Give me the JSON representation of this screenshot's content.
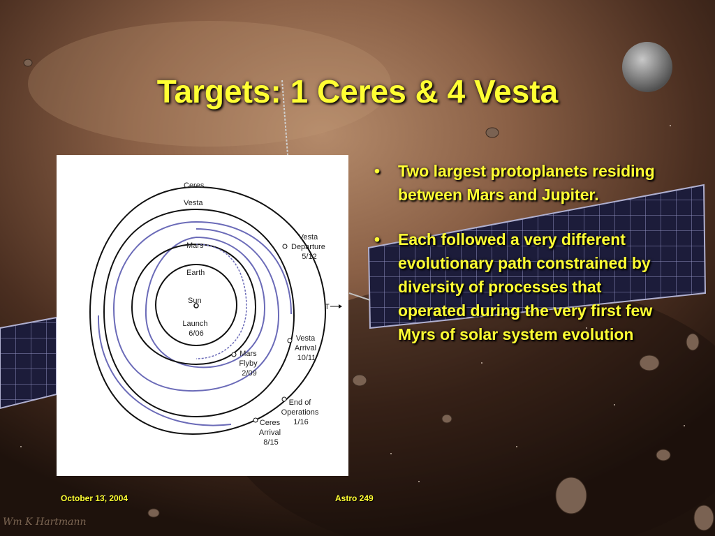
{
  "slide": {
    "title": "Targets: 1 Ceres & 4 Vesta",
    "bullets": [
      "Two largest protoplanets residing between Mars and Jupiter.",
      "Each followed a very different evolutionary path constrained by diversity of processes that operated during the very first few Myrs of solar system evolution"
    ],
    "bullet_marker": "•",
    "footer_date": "October 13, 2004",
    "footer_course": "Astro 249",
    "signature": "Wm K Hartmann"
  },
  "diagram": {
    "orbit_labels": {
      "ceres": "Ceres",
      "vesta": "Vesta",
      "mars": "Mars",
      "earth": "Earth",
      "sun": "Sun"
    },
    "events": {
      "launch": [
        "Launch",
        "6/06"
      ],
      "mars_flyby": [
        "Mars",
        "Flyby",
        "2/09"
      ],
      "vesta_arrival": [
        "Vesta",
        "Arrival",
        "10/11"
      ],
      "vesta_departure": [
        "Vesta",
        "Departure",
        "5/12"
      ],
      "end_of_operations": [
        "End of",
        "Operations",
        "1/16"
      ],
      "ceres_arrival": [
        "Ceres",
        "Arrival",
        "8/15"
      ]
    },
    "direction_marker": "T",
    "colors": {
      "orbit": "#111111",
      "trajectory": "#6b6bb8",
      "title_text": "#ffff33"
    }
  }
}
